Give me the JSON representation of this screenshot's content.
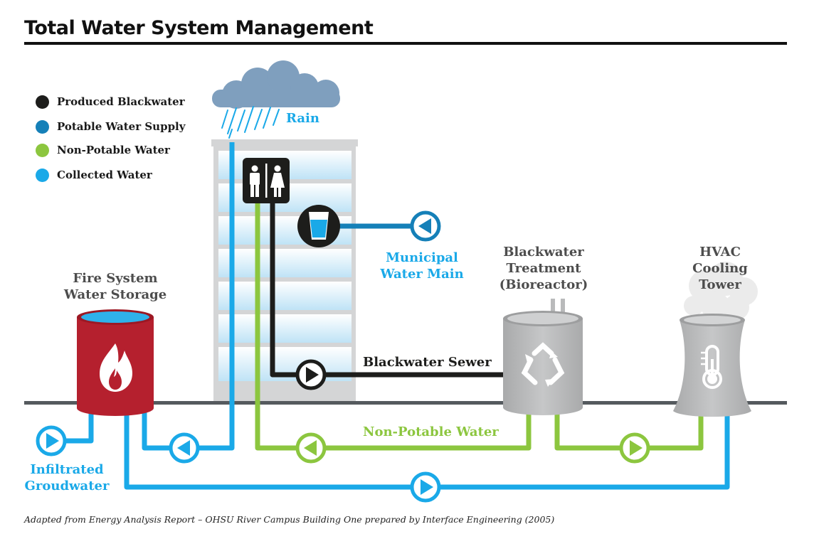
{
  "title": "Total Water System Management",
  "legend": [
    {
      "label": "Produced Blackwater",
      "color": "#1d1d1b"
    },
    {
      "label": "Potable Water Supply",
      "color": "#1580b8"
    },
    {
      "label": "Non-Potable Water",
      "color": "#8cc63f"
    },
    {
      "label": "Collected Water",
      "color": "#1aa9e8"
    }
  ],
  "labels": {
    "rain": "Rain",
    "fire_line1": "Fire System",
    "fire_line2": "Water Storage",
    "municipal_line1": "Municipal",
    "municipal_line2": "Water Main",
    "treatment_line1": "Blackwater",
    "treatment_line2": "Treatment",
    "treatment_line3": "(Bioreactor)",
    "hvac_line1": "HVAC",
    "hvac_line2": "Cooling",
    "hvac_line3": "Tower",
    "sewer": "Blackwater Sewer",
    "nonpotable": "Non-Potable Water",
    "ground_line1": "Infiltrated",
    "ground_line2": "Groudwater"
  },
  "caption": "Adapted from Energy Analysis Report – OHSU River Campus Building One prepared by Interface Engineering (2005)",
  "icons": [
    "cloud-icon",
    "restroom-icon",
    "water-glass-icon",
    "flame-icon",
    "recycle-icon",
    "thermometer-icon",
    "steam-icon"
  ],
  "colors": {
    "blackwater": "#1d1d1b",
    "potable": "#1580b8",
    "nonpotable": "#8cc63f",
    "collected": "#1aa9e8",
    "fire_tank": "#b5202e",
    "equipment_gray": "#b9babb",
    "cloud": "#7f9fbe"
  }
}
